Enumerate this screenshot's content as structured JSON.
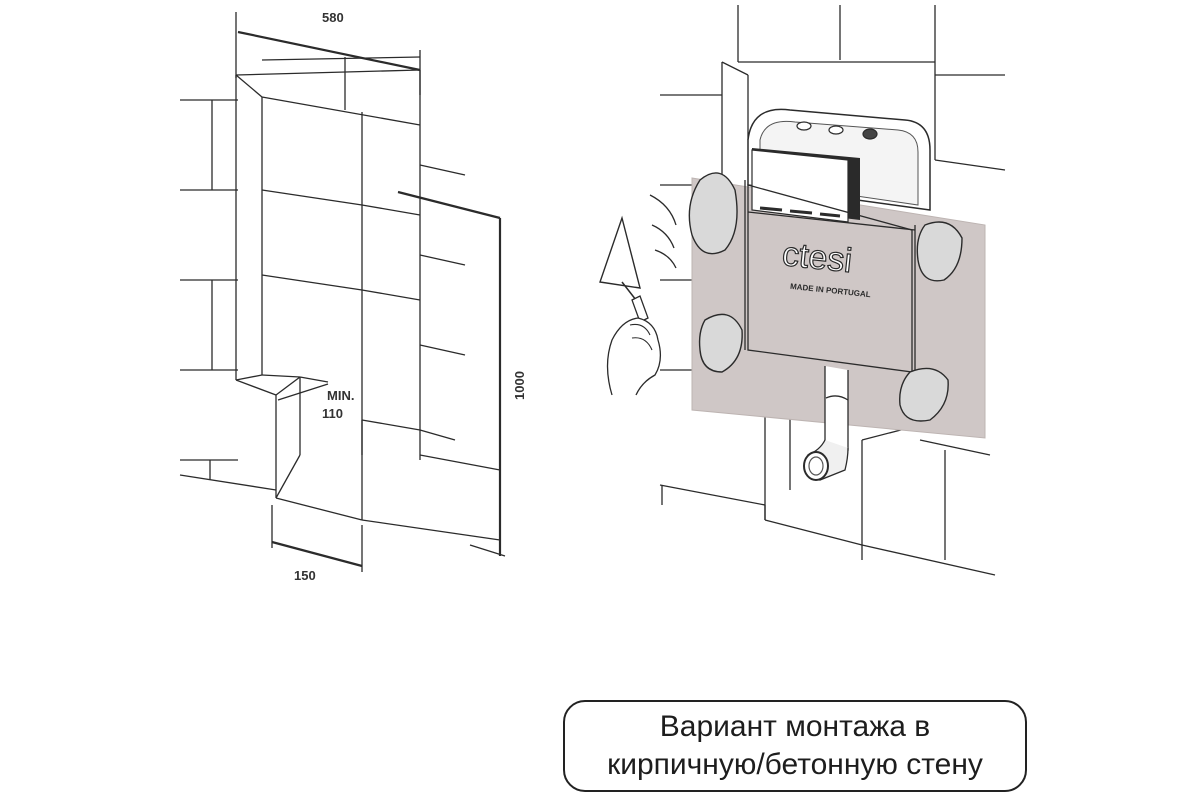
{
  "dimensions": {
    "width_top": "580",
    "height_right": "1000",
    "min_label": "MIN.",
    "min_value": "110",
    "depth_bottom": "150"
  },
  "cistern": {
    "brand": "ctesi",
    "made_in": "MADE IN PORTUGAL"
  },
  "caption": {
    "line1": "Вариант монтажа в",
    "line2": "кирпичную/бетонную стену"
  },
  "colors": {
    "line": "#2b2b2b",
    "mortar_fill": "#cfc7c6",
    "blob_fill": "#d9d9d9",
    "text": "#333333"
  }
}
